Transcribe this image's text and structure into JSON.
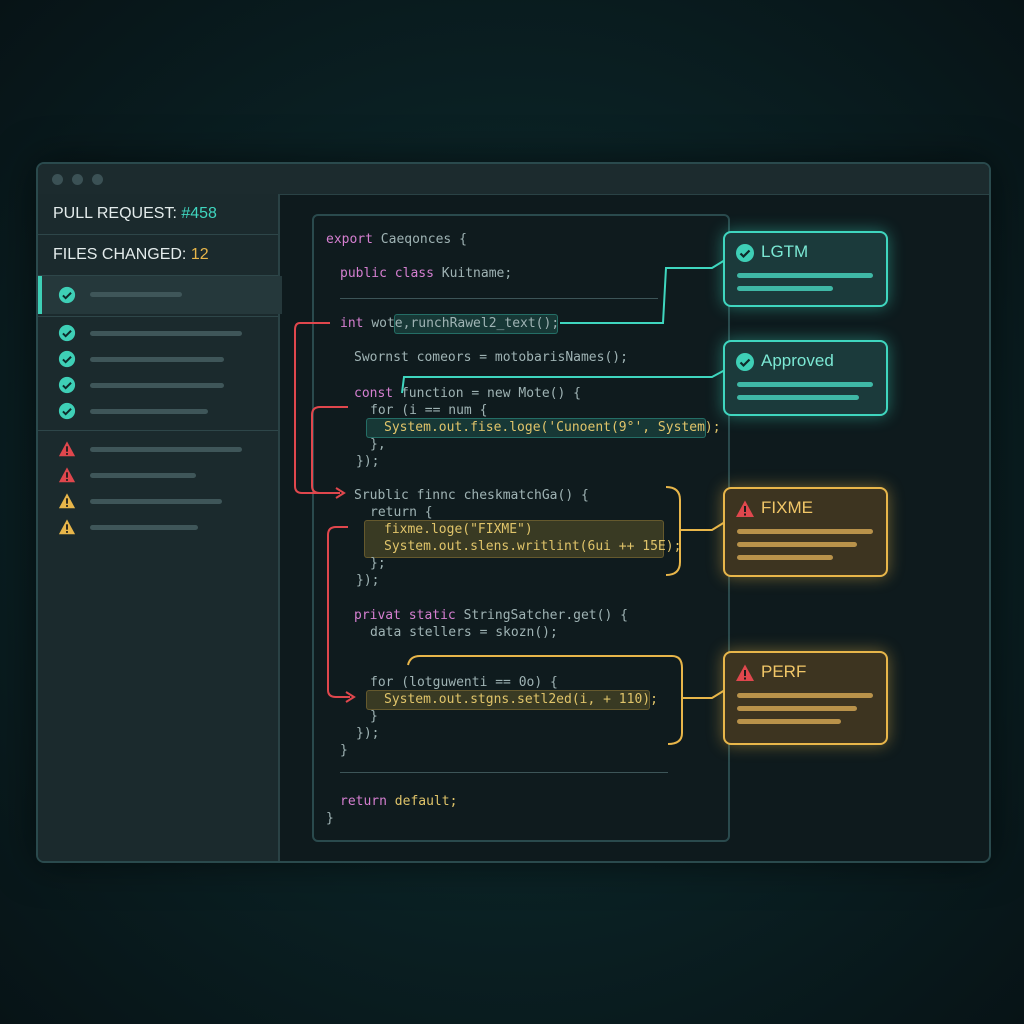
{
  "window": {
    "title_dots": 3
  },
  "sidebar": {
    "pr_label": "PULL REQUEST: ",
    "pr_number": "#458",
    "files_label": "FILES CHANGED: ",
    "files_count": "12",
    "rows": [
      {
        "status": "approved",
        "selected": true
      },
      {
        "status": "approved"
      },
      {
        "status": "approved"
      },
      {
        "status": "approved"
      },
      {
        "status": "approved"
      },
      {
        "status": "error"
      },
      {
        "status": "error"
      },
      {
        "status": "warning"
      },
      {
        "status": "warning"
      }
    ]
  },
  "code": {
    "lines": [
      {
        "kw": "export ",
        "rest": "Caeqonces {"
      },
      {
        "kw": "public class ",
        "rest": "Kuitname;"
      },
      {
        "kw": "int ",
        "rest": "wote,runchRawel2_text();"
      },
      {
        "kw": "",
        "rest": "Swornst comeors = motobarisNames();"
      },
      {
        "kw": "const ",
        "rest": "function = new Mote() {"
      },
      {
        "kw": "",
        "rest": "for (i == num {"
      },
      {
        "kw": "",
        "rest": "System.out.fise.loge('Cunoent(9°', System);"
      },
      {
        "kw": "",
        "rest": "},"
      },
      {
        "kw": "",
        "rest": "});"
      },
      {
        "kw": "",
        "rest": "Srublic finnc cheskmatchGa() {"
      },
      {
        "kw": "",
        "rest": "return {"
      },
      {
        "kw": "",
        "rest": "fixme.loge(\"FIXME\")"
      },
      {
        "kw": "",
        "rest": "System.out.slens.writlint(6ui ++ 15E);"
      },
      {
        "kw": "",
        "rest": "};"
      },
      {
        "kw": "",
        "rest": "});"
      },
      {
        "kw": "privat static ",
        "rest": "StringSatcher.get() {"
      },
      {
        "kw": "",
        "rest": "data stellers = skozn();"
      },
      {
        "kw": "",
        "rest": "for (lotguwenti == 0o) {"
      },
      {
        "kw": "",
        "rest": "System.out.stgns.setl2ed(i, + 110);"
      },
      {
        "kw": "",
        "rest": "}"
      },
      {
        "kw": "",
        "rest": "});"
      },
      {
        "kw": "",
        "rest": "}"
      },
      {
        "kw": "return ",
        "rest": "default;"
      },
      {
        "kw": "",
        "rest": "}"
      }
    ]
  },
  "comments": [
    {
      "title": "LGTM",
      "kind": "approved"
    },
    {
      "title": "Approved",
      "kind": "approved"
    },
    {
      "title": "FIXME",
      "kind": "warning"
    },
    {
      "title": "PERF",
      "kind": "warning"
    }
  ],
  "colors": {
    "teal": "#3fd6bf",
    "amber": "#e8b64a",
    "red": "#e0474d",
    "bg": "#0e1a1d"
  }
}
